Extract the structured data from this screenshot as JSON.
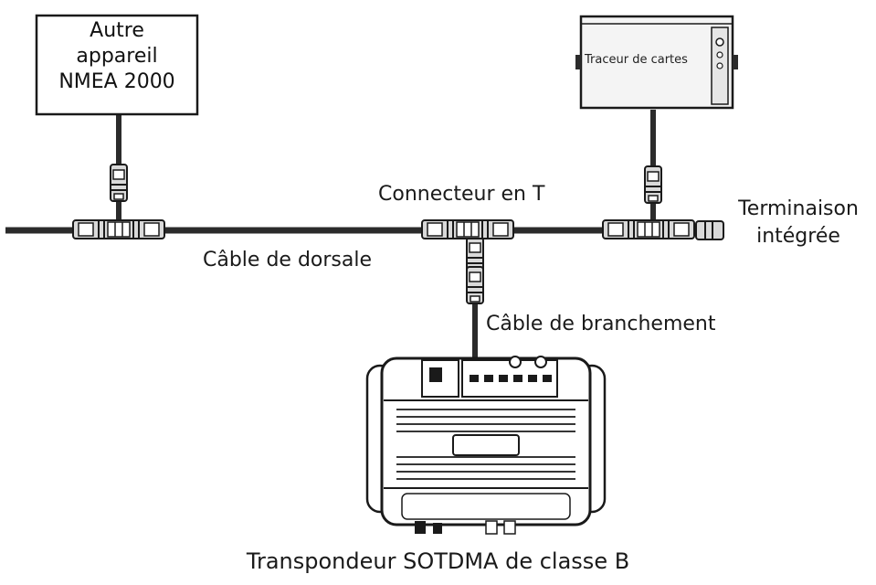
{
  "labels": {
    "other_device": [
      "Autre",
      "appareil",
      "NMEA 2000"
    ],
    "chart_plotter": "Traceur de cartes",
    "t_connector": "Connecteur en T",
    "backbone_cable": "Câble de dorsale",
    "termination": [
      "Terminaison",
      "intégrée"
    ],
    "drop_cable": "Câble de branchement",
    "transponder": "Transpondeur SOTDMA de classe B"
  },
  "colors": {
    "ink": "#1a1a1a",
    "cable": "#2b2b2b",
    "panel": "#f4f4f4",
    "connector_fill": "#d9d9d9"
  }
}
